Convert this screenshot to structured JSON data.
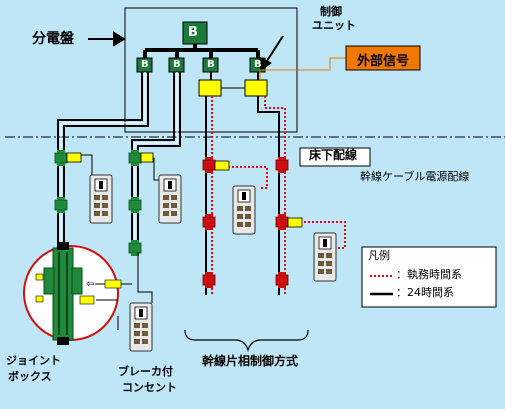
{
  "labels": {
    "distribution_board": "分電盤",
    "breaker_main": "B",
    "breaker_small": "B",
    "control_unit_line1": "制御",
    "control_unit_line2": "ユニット",
    "external_signal": "外部信号",
    "underfloor_wiring": "床下配線",
    "trunk_cable_power": "幹線ケーブル電源配線",
    "joint_box_line1": "ジョイント",
    "joint_box_line2": "ボックス",
    "breaker_outlet_line1": "ブレーカ付",
    "breaker_outlet_line2": "コンセント",
    "trunk_single_phase": "幹線片相制御方式"
  },
  "legend": {
    "title": "凡例",
    "items": [
      {
        "label": "：執務時間系",
        "style": "dotted",
        "color": "#e8001c"
      },
      {
        "label": "：24時間系",
        "style": "solid",
        "color": "#000000"
      }
    ]
  },
  "colors": {
    "background": "#bfe6f7",
    "breaker_green": "#1d7a3a",
    "control_yellow": "#ffff00",
    "external_orange": "#f07800",
    "dotted_red": "#e8001c",
    "connector_red": "#cc1010",
    "connector_green": "#1f8a3a",
    "joint_box_circle_fill": "#ffffff",
    "joint_box_circle_stroke": "#d01010"
  }
}
